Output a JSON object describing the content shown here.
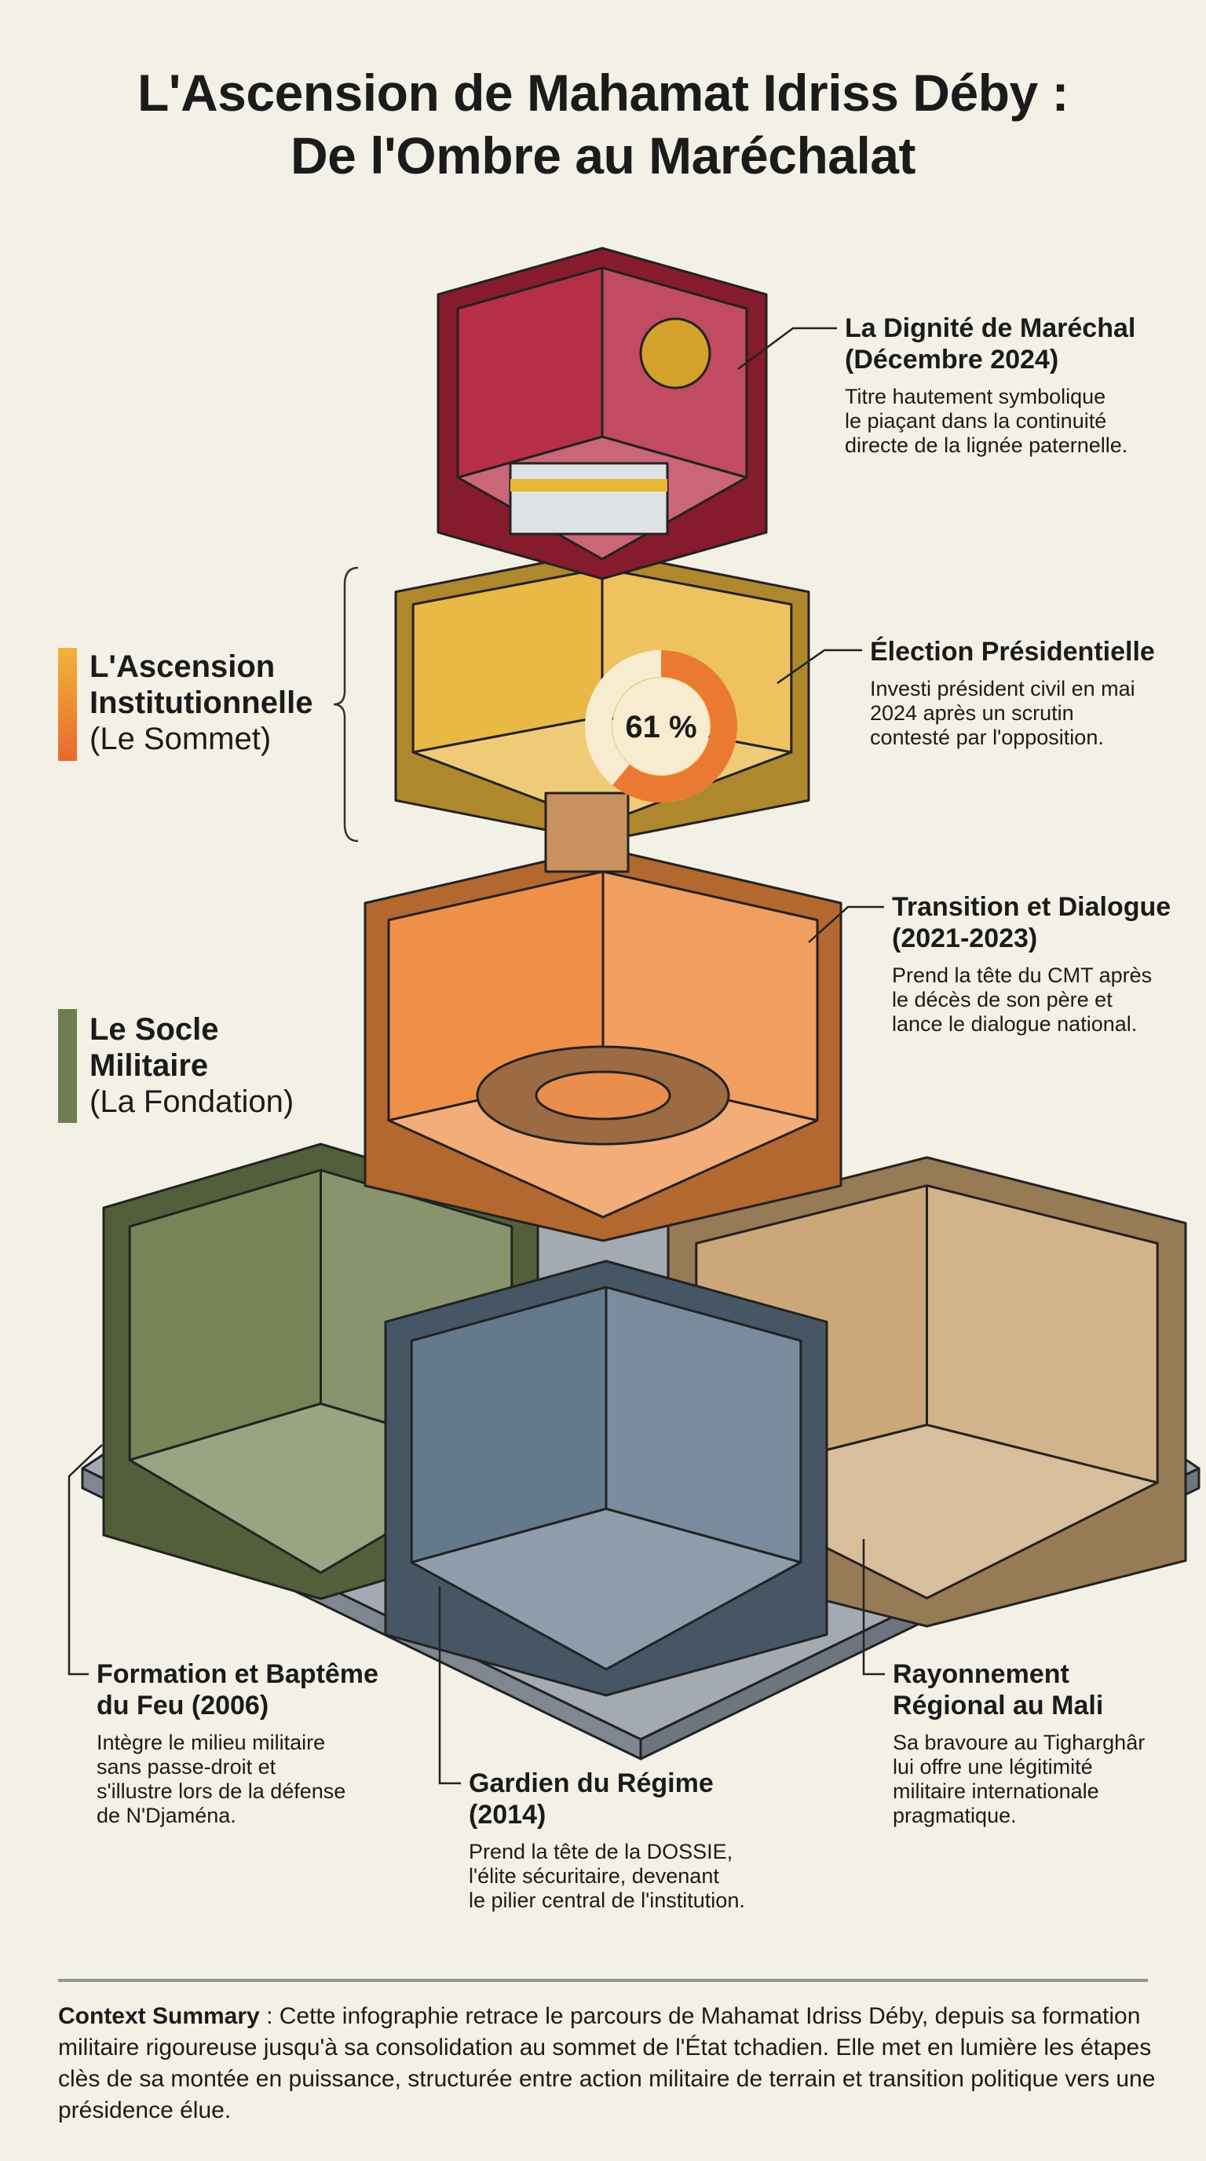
{
  "title": {
    "line1": "L'Ascension de Mahamat Idriss Déby :",
    "line2": "De l'Ombre au Maréchalat"
  },
  "sections": {
    "summit": {
      "title_line1": "L'Ascension",
      "title_line2": "Institutionnelle",
      "subtitle": "(Le Sommet)",
      "color_top": "#f0b43a",
      "color_bottom": "#e8692e"
    },
    "foundation": {
      "title_line1": "Le Socle",
      "title_line2": "Militaire",
      "subtitle": "(La Fondation)",
      "color": "#6f7d4e"
    }
  },
  "stages": [
    {
      "title_line1": "La Dignité de Maréchal",
      "title_line2": "(Décembre 2024)",
      "text": [
        "Titre hautement symbolique",
        "le piaçant dans la continuité",
        "directe de la lignée paternelle."
      ],
      "color": "#b3243d"
    },
    {
      "title_line1": "Élection Présidentielle",
      "title_line2": "",
      "text": [
        "Investi président civil en mai",
        "2024 après un scrutin",
        "contesté par l'opposition."
      ],
      "color": "#e9b43c",
      "vote_percent_label": "61 %",
      "vote_percent": 61
    },
    {
      "title_line1": "Transition et Dialogue",
      "title_line2": "(2021-2023)",
      "text": [
        "Prend la tête du CMT après",
        "le décès de son père et",
        "lance le dialogue national."
      ],
      "color": "#ee8a3e"
    },
    {
      "title_line1": "Formation et Baptême",
      "title_line2": "du Feu (2006)",
      "text": [
        "Intègre le milieu militaire",
        "sans passe-droit et",
        "s'illustre lors de la défense",
        "de N'Djaména."
      ],
      "color": "#6f7d4e"
    },
    {
      "title_line1": "Gardien du Régime",
      "title_line2": "(2014)",
      "text": [
        "Prend la tête de la DOSSIE,",
        "l'élite sécuritaire, devenant",
        "le pilier central de l'institution."
      ],
      "color": "#5d7287"
    },
    {
      "title_line1": "Rayonnement",
      "title_line2": "Régional au Mali",
      "text": [
        "Sa bravoure au Tigharghâr",
        "lui offre une légitimité",
        "militaire internationale",
        "pragmatique."
      ],
      "color": "#c9a272"
    }
  ],
  "summary": {
    "label": "Context Summary",
    "text": " : Cette infographie retrace le parcours de Mahamat Idriss Déby, depuis sa formation militaire rigoureuse jusqu'à sa consolidation au sommet de l'État tchadien. Elle met en lumière les étapes clès de sa montée en puissance, structurée entre action militaire de terrain et transition politique vers une présidence élue."
  }
}
